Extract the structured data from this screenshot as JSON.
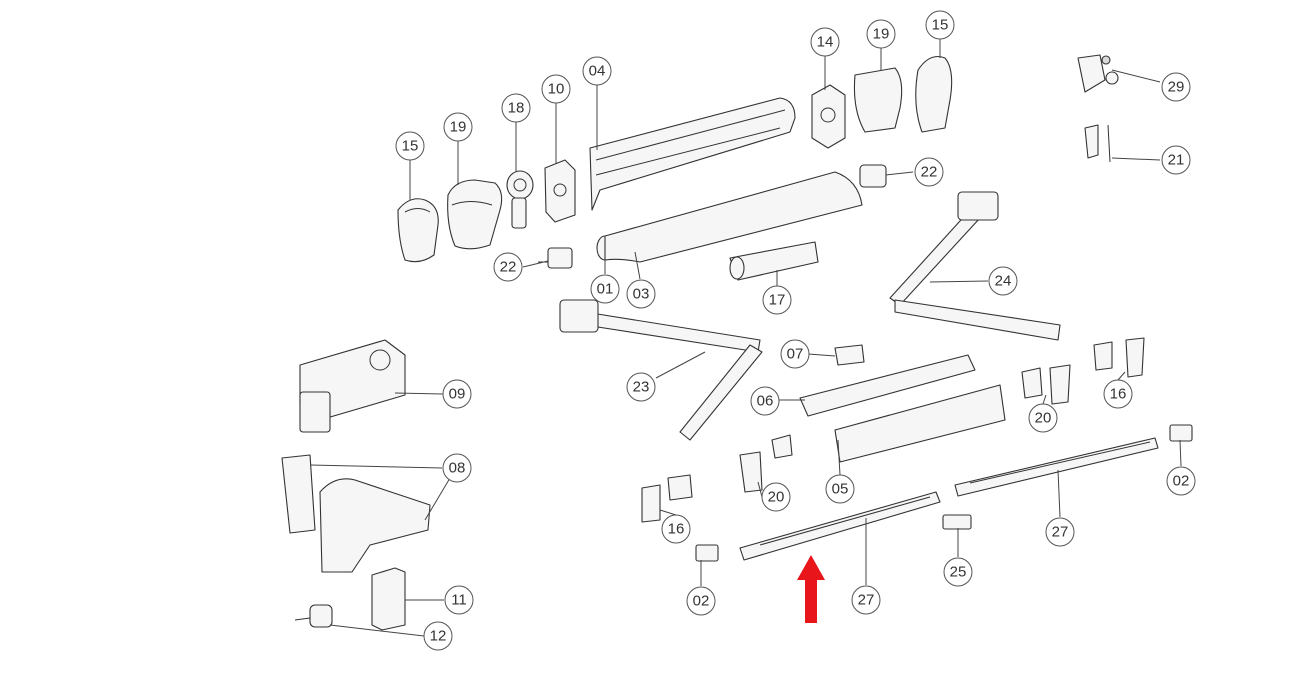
{
  "colors": {
    "highlight_arrow": "#e8151b",
    "line": "#333333",
    "background": "#ffffff"
  },
  "callouts": {
    "c01": "01",
    "c03": "03",
    "c04": "04",
    "c05": "05",
    "c06": "06",
    "c07": "07",
    "c08": "08",
    "c09": "09",
    "c10": "10",
    "c11": "11",
    "c12": "12",
    "c14": "14",
    "c15a": "15",
    "c15b": "15",
    "c16a": "16",
    "c16b": "16",
    "c17": "17",
    "c18": "18",
    "c19a": "19",
    "c19b": "19",
    "c20a": "20",
    "c20b": "20",
    "c21": "21",
    "c22a": "22",
    "c22b": "22",
    "c23": "23",
    "c24": "24",
    "c25": "25",
    "c27a": "27",
    "c27b": "27",
    "c29": "29",
    "c02a": "02",
    "c02b": "02"
  },
  "highlight": {
    "target_part": "27",
    "icon": "red-up-arrow"
  }
}
